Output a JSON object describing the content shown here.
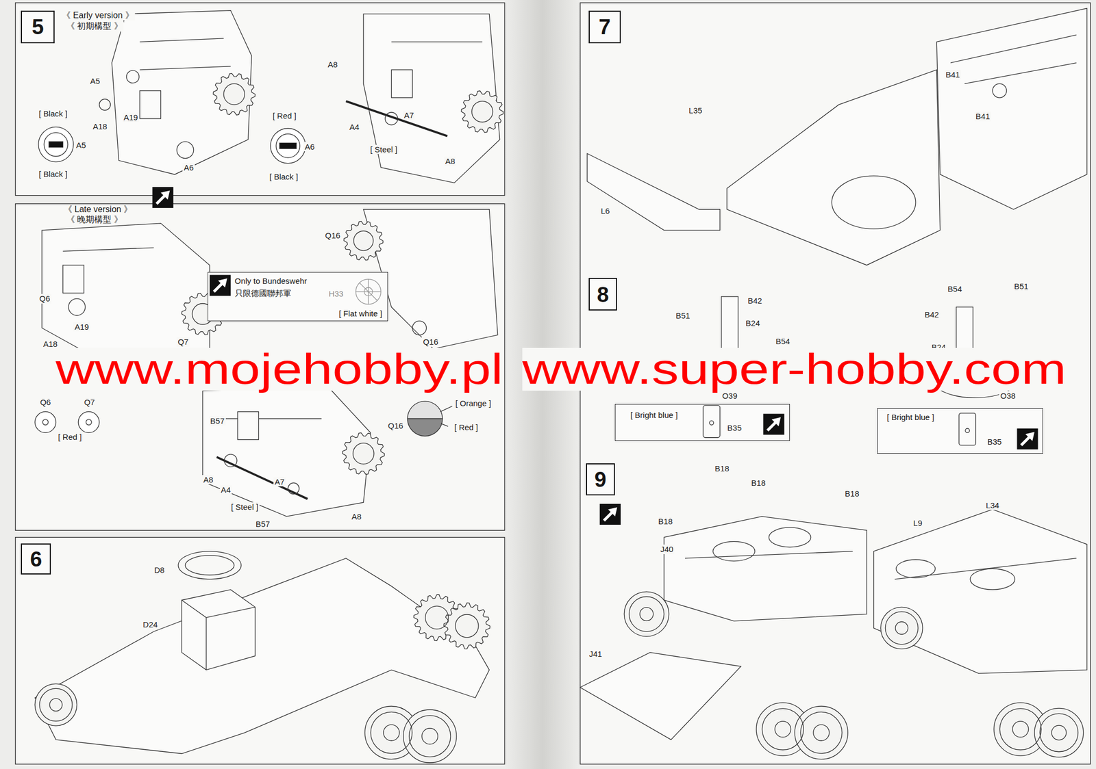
{
  "diagram": {
    "nodes": [
      {
        "text": [
          "5"
        ]
      },
      {
        "text": [
          "Only to Bundeswehr",
          "只限德國聯邦軍",
          "H33",
          "[ Flat white ]"
        ]
      },
      {
        "text": [
          "6"
        ]
      },
      {
        "text": [
          "7"
        ]
      },
      {
        "text": [
          "8"
        ]
      },
      {
        "text": [
          "[ Bright blue ]",
          "B35"
        ]
      },
      {
        "text": [
          "[ Bright blue ]",
          "B35"
        ]
      },
      {
        "text": [
          "9"
        ]
      }
    ],
    "labels": [
      "《 Early version 》",
      "《 初期構型 》",
      "A5",
      "A19",
      "A18",
      "[ Black ]",
      "A5",
      "[ Black ]",
      "[ Red ]",
      "A6",
      "[ Black ]",
      "A6",
      "A8",
      "A7",
      "A4",
      "[ Steel ]",
      "A8",
      "《 Late version 》",
      "《 晚期構型 》",
      "Q16",
      "Q6",
      "A18",
      "A19",
      "Q7",
      "Q16",
      "Q6",
      "Q7",
      "[ Red ]",
      "Q16",
      "[ Orange ]",
      "[ Red ]",
      "B57",
      "A8",
      "A4",
      "A7",
      "[ Steel ]",
      "B57",
      "A8",
      "D8",
      "D24",
      "L35",
      "L6",
      "B41",
      "B41",
      "B51",
      "B42",
      "B24",
      "B54",
      "O39",
      "B54",
      "B51",
      "B42",
      "B24",
      "O38",
      "B18",
      "B18",
      "B18",
      "B18",
      "J40",
      "J41",
      "L9",
      "L34",
      "www.mojehobby.pl",
      "www.super-hobby.com"
    ]
  }
}
